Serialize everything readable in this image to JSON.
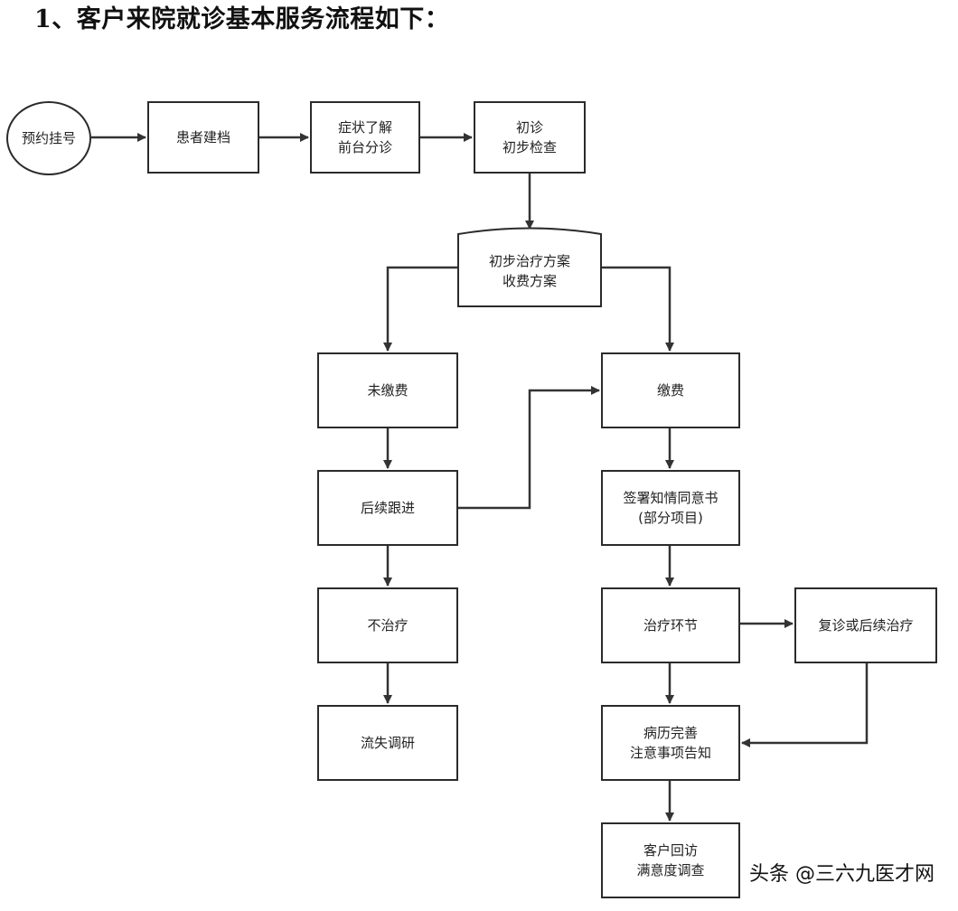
{
  "heading": "1、客户来院就诊基本服务流程如下：",
  "nodes": {
    "booking": "预约挂号",
    "record": "患者建档",
    "symptom": [
      "症状了解",
      "前台分诊"
    ],
    "initial_exam": [
      "初诊",
      "初步检查"
    ],
    "plan": [
      "初步治疗方案",
      "收费方案"
    ],
    "unpaid": "未缴费",
    "paid": "缴费",
    "follow_up": "后续跟进",
    "consent": [
      "签署知情同意书",
      "(部分项目)"
    ],
    "no_treatment": "不治疗",
    "treatment": "治疗环节",
    "revisit": "复诊或后续治疗",
    "loss_survey": "流失调研",
    "records": [
      "病历完善",
      "注意事项告知"
    ],
    "callback": [
      "客户回访",
      "满意度调查"
    ]
  },
  "watermark": "头条 @三六九医才网"
}
